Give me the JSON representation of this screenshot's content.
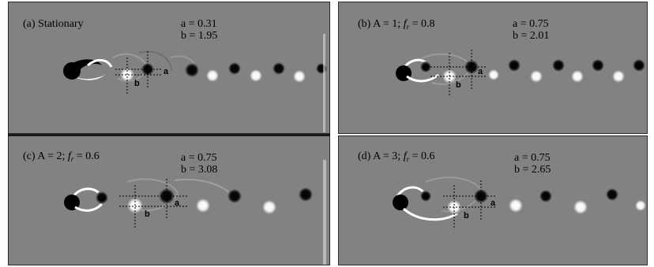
{
  "panels": [
    {
      "id": "a",
      "prefix": "(a) ",
      "title_text": "Stationary",
      "a_label": "a",
      "a_eq": " = ",
      "a_value": "0.31",
      "b_label": "b",
      "b_eq": " = ",
      "b_value": "1.95",
      "marker_a": "a",
      "marker_b": "b"
    },
    {
      "id": "b",
      "prefix": "(b) ",
      "amp": "A = 1; ",
      "fr_sym": "f",
      "fr_sub": "r",
      "fr_val": " = 0.8",
      "a_label": "a",
      "a_eq": " = ",
      "a_value": "0.75",
      "b_label": "b",
      "b_eq": " = ",
      "b_value": "2.01",
      "marker_a": "a",
      "marker_b": "b"
    },
    {
      "id": "c",
      "prefix": "(c) ",
      "amp": "A = 2; ",
      "fr_sym": "f",
      "fr_sub": "r",
      "fr_val": " = 0.6",
      "a_label": "a",
      "a_eq": " = ",
      "a_value": "0.75",
      "b_label": "b",
      "b_eq": " = ",
      "b_value": "3.08",
      "marker_a": "a",
      "marker_b": "b"
    },
    {
      "id": "d",
      "prefix": "(d) ",
      "amp": "A = 3; ",
      "fr_sym": "f",
      "fr_sub": "r",
      "fr_val": " = 0.6",
      "a_label": "a",
      "a_eq": " = ",
      "a_value": "0.75",
      "b_label": "b",
      "b_eq": " = ",
      "b_value": "2.65",
      "marker_a": "a",
      "marker_b": "b"
    }
  ],
  "colors": {
    "background": "#828282",
    "vortex_negative": "#000000",
    "vortex_positive": "#ffffff"
  }
}
